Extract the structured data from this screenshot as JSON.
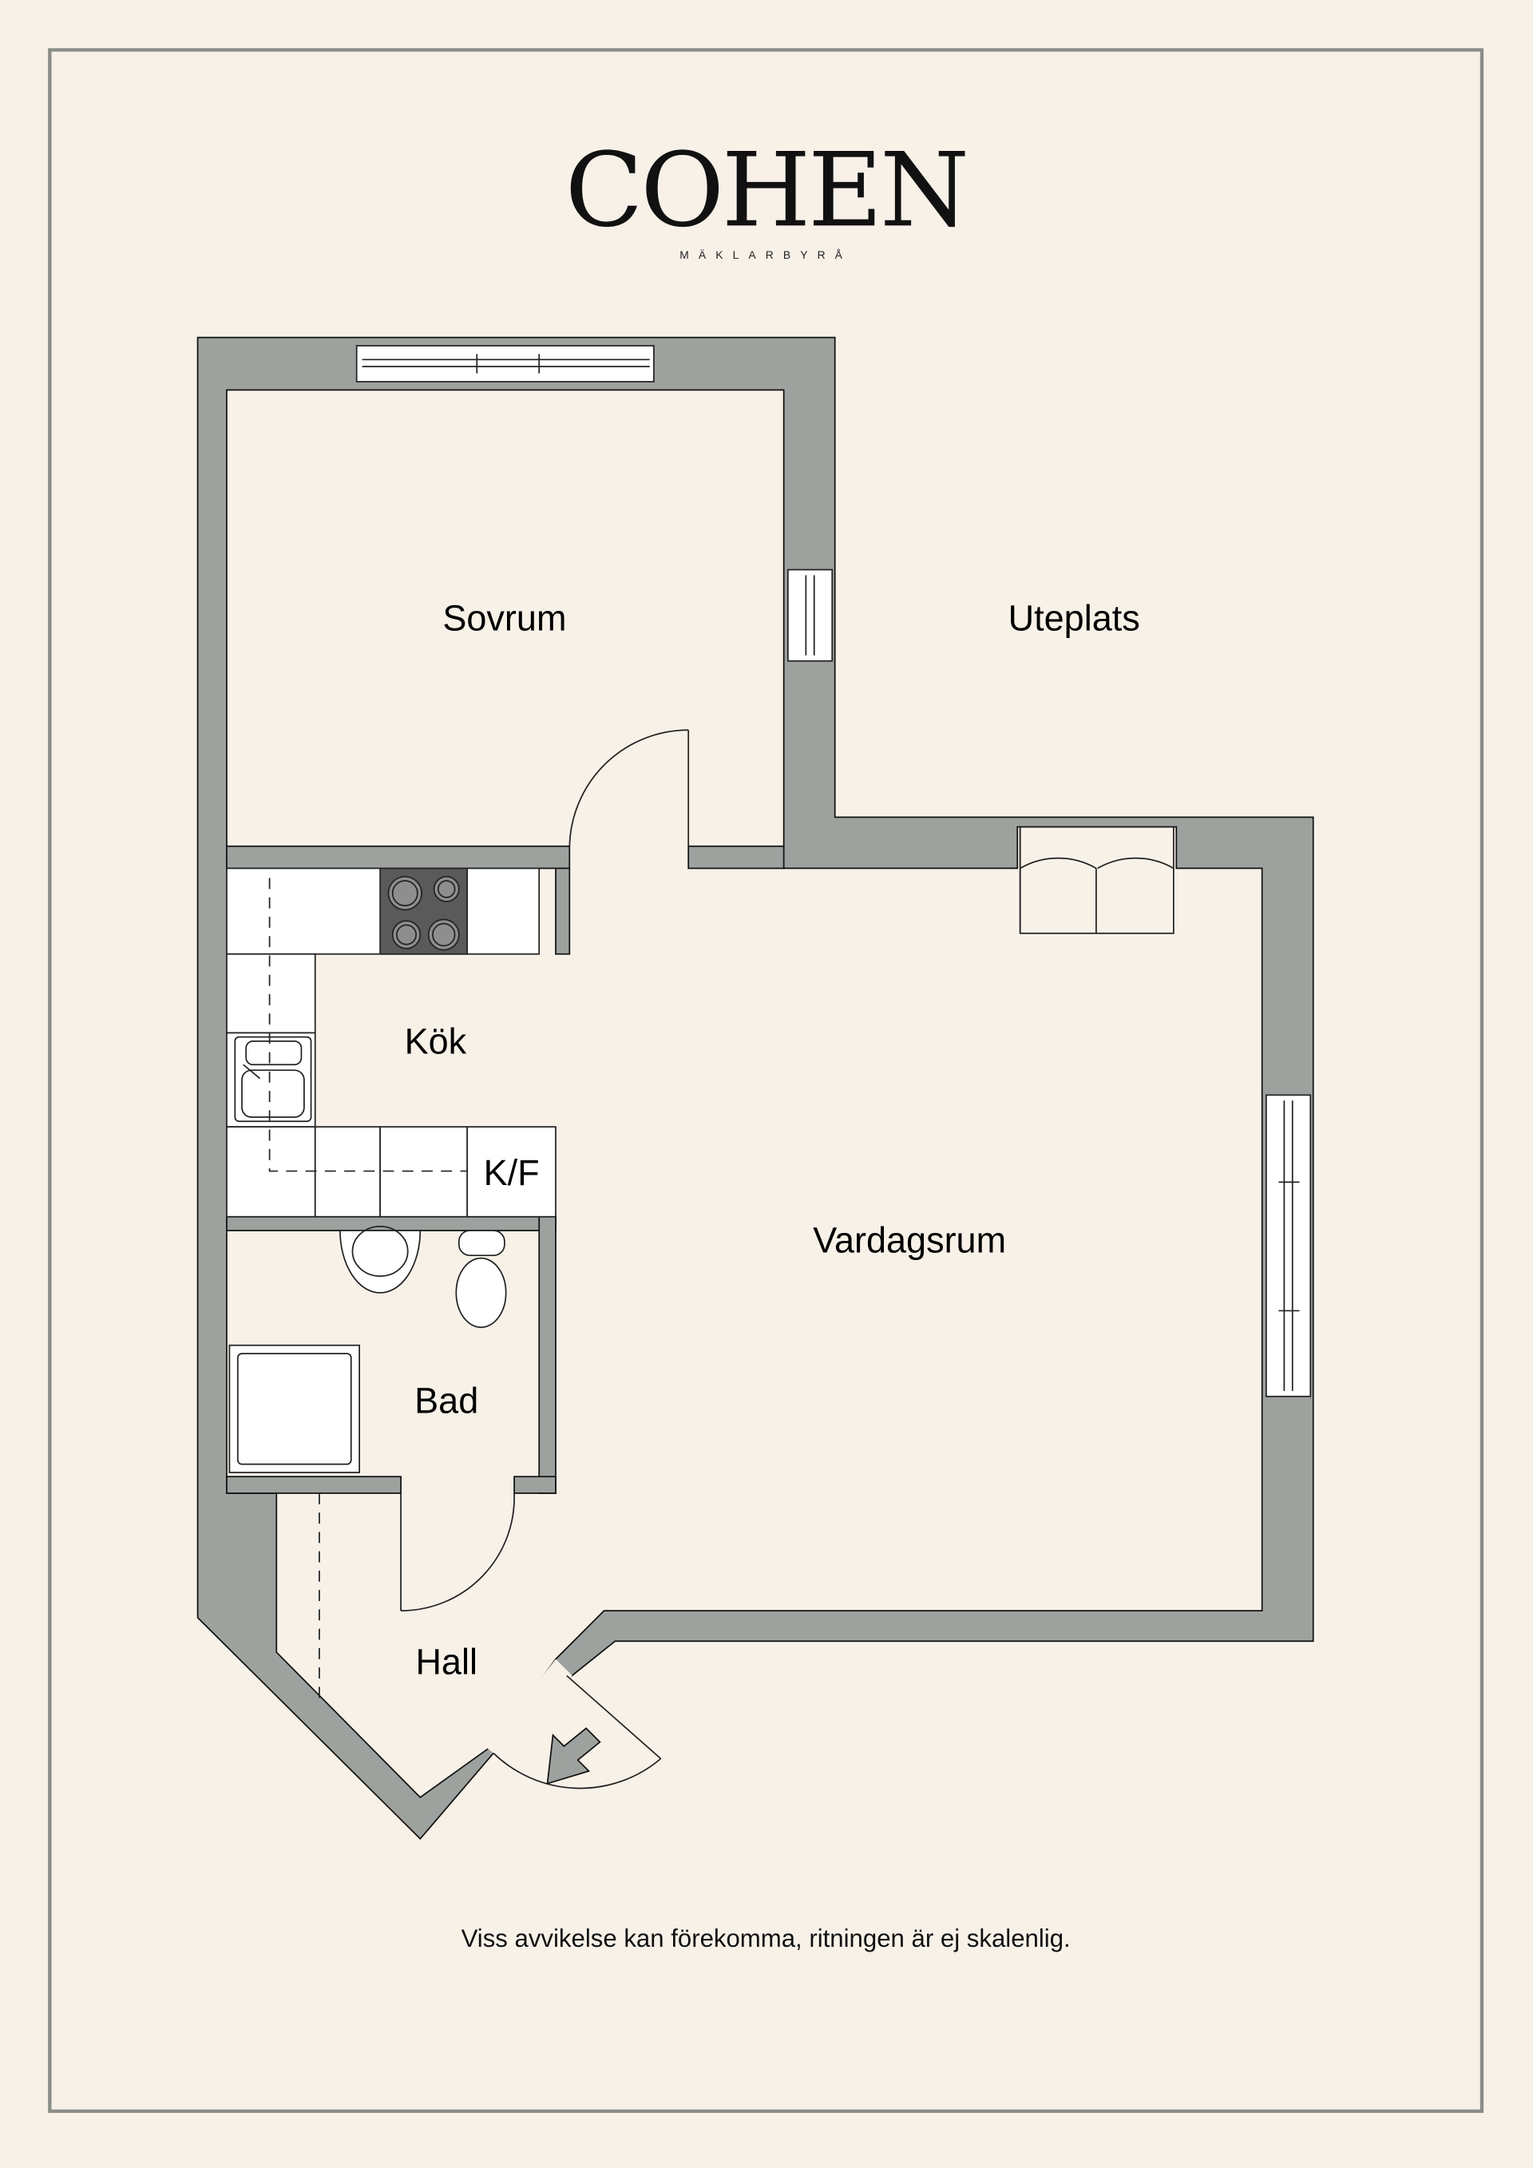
{
  "brand": {
    "name": "COHEN",
    "tagline": "MÄKLARBYRÅ"
  },
  "rooms": {
    "bedroom": "Sovrum",
    "patio": "Uteplats",
    "kitchen": "Kök",
    "fridge_freezer": "K/F",
    "living_room": "Vardagsrum",
    "bathroom": "Bad",
    "hall": "Hall"
  },
  "disclaimer": "Viss avvikelse kan förekomma, ritningen är ej skalenlig.",
  "colors": {
    "background": "#f7f1e8",
    "wall": "#9da29f",
    "frame": "#8a8d87",
    "stove": "#5a5a5a"
  }
}
